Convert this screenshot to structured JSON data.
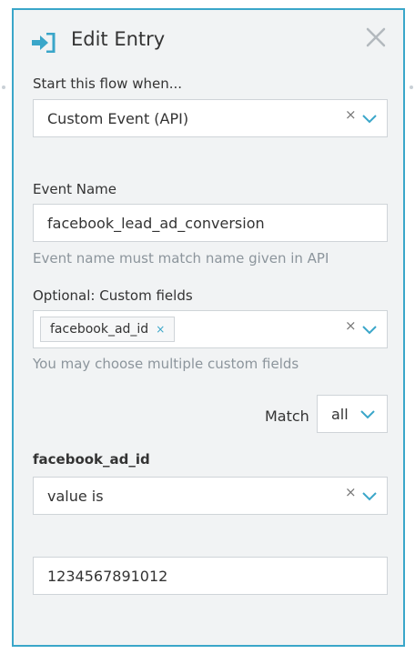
{
  "header": {
    "title": "Edit Entry"
  },
  "trigger": {
    "label": "Start this flow when...",
    "selected": "Custom Event (API)",
    "clear": "×"
  },
  "event_name": {
    "label": "Event Name",
    "value": "facebook_lead_ad_conversion",
    "help": "Event name must match name given in API"
  },
  "custom_fields": {
    "label": "Optional: Custom fields",
    "tags": [
      {
        "label": "facebook_ad_id",
        "remove": "×"
      }
    ],
    "clear": "×",
    "help": "You may choose multiple custom fields"
  },
  "match": {
    "label": "Match",
    "selected": "all"
  },
  "field_filter": {
    "field_name": "facebook_ad_id",
    "operator": "value is",
    "clear": "×",
    "value": "1234567891012"
  },
  "colors": {
    "accent": "#3aa6c9",
    "panel_bg": "#f1f3f4",
    "border": "#cfd4d8",
    "help_text": "#8c959c"
  },
  "icons": {
    "header": "sign-in-icon",
    "close": "close-icon",
    "dropdown": "chevron-down-icon",
    "clear": "clear-icon"
  }
}
